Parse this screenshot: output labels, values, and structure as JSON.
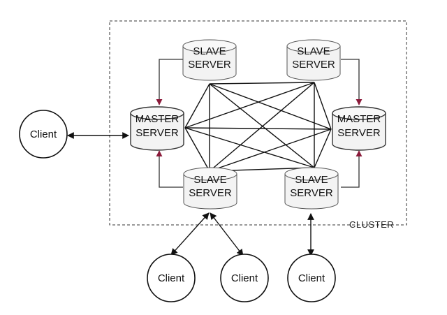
{
  "nodes": {
    "slave_top_left": {
      "line1": "SLAVE",
      "line2": "SERVER"
    },
    "slave_top_right": {
      "line1": "SLAVE",
      "line2": "SERVER"
    },
    "master_left": {
      "line1": "MASTER",
      "line2": "SERVER"
    },
    "master_right": {
      "line1": "MASTER",
      "line2": "SERVER"
    },
    "slave_bottom_left": {
      "line1": "SLAVE",
      "line2": "SERVER"
    },
    "slave_bottom_right": {
      "line1": "SLAVE",
      "line2": "SERVER"
    }
  },
  "clients": {
    "left": "Client",
    "bottom_left": "Client",
    "bottom_middle": "Client",
    "bottom_right": "Client"
  },
  "cluster_label": "CLUSTER",
  "colors": {
    "line": "#111111",
    "replication_arrow": "#8b1a3a",
    "node_fill": "#f3f3f3",
    "cluster_border": "#333333"
  }
}
